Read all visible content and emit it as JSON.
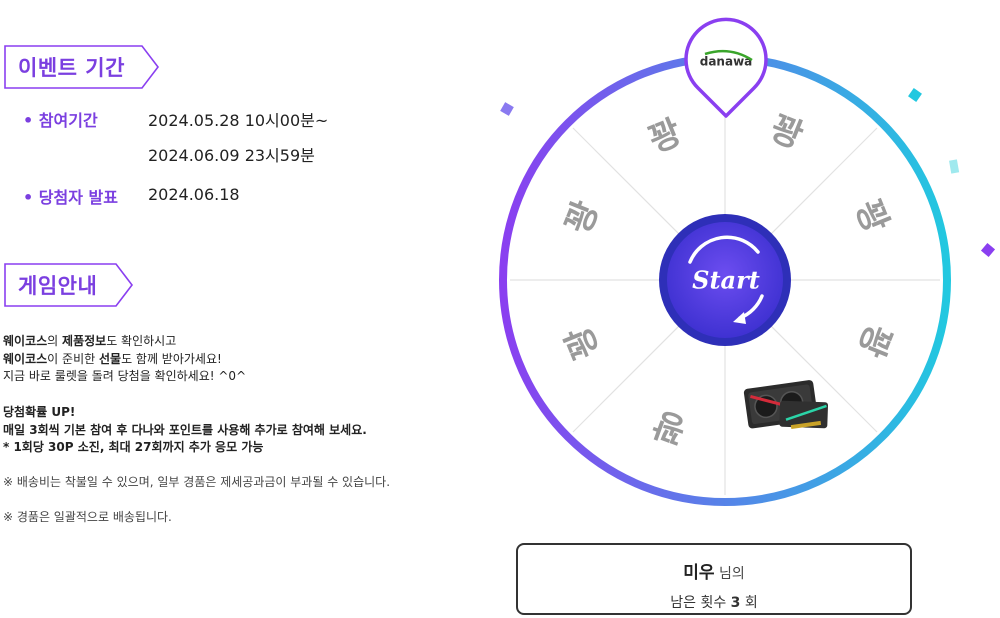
{
  "event_period": {
    "header": "이벤트 기간",
    "participation_label": "참여기간",
    "participation_start": "2024.05.28 10시00분~",
    "participation_end": "2024.06.09 23시59분",
    "announce_label": "당첨자 발표",
    "announce_date": "2024.06.18"
  },
  "game_guide": {
    "header": "게임안내",
    "line1_a": "웨이코스",
    "line1_b": "의 ",
    "line1_c": "제품정보",
    "line1_d": "도 확인하시고",
    "line2_a": "웨이코스",
    "line2_b": "이 준비한 ",
    "line2_c": "선물",
    "line2_d": "도 함께 받아가세요!",
    "line3": "지금 바로 룰렛을 돌려 당첨을 확인하세요! ^0^",
    "bonus_title": "당첨확률 UP!",
    "bonus_line1": "매일 3회씩 기본 참여 후 다나와 포인트를 사용해 추가로 참여해 보세요.",
    "bonus_line2": "* 1회당 30P 소진, 최대 27회까지 추가 응모 가능",
    "note1": "※ 배송비는 착불일 수 있으며, 일부 경품은 제세공과금이 부과될 수 있습니다.",
    "note2": "※ 경품은 일괄적으로 배송됩니다."
  },
  "roulette": {
    "pointer_logo": "danawa",
    "start_label": "Start",
    "slices": [
      "꽝",
      "꽝",
      "꽝",
      "꽝",
      "graphics-card-prize",
      "꽝",
      "꽝",
      "꽝"
    ],
    "gradient_colors": [
      "#8a3ff0",
      "#2ad0e8"
    ]
  },
  "remaining": {
    "user_name": "미우",
    "name_suffix": " 님의",
    "prefix": "남은 횟수 ",
    "count": "3",
    "suffix": " 회"
  },
  "colors": {
    "accent_purple": "#7b3fe0",
    "accent_cyan": "#22c8e0"
  }
}
